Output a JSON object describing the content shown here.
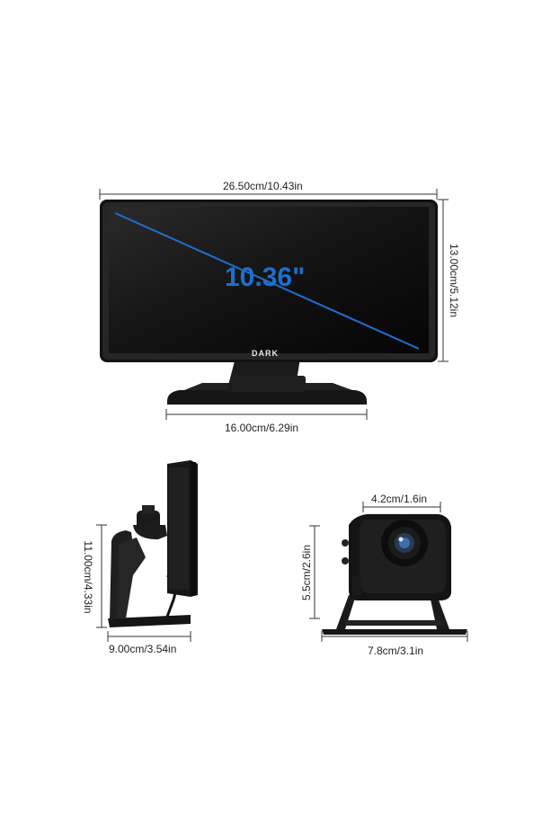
{
  "monitor": {
    "brand": "DARK",
    "screen_size": "10.36\"",
    "width_label": "26.50cm/10.43in",
    "height_label": "13.00cm/5.12in",
    "base_label": "16.00cm/6.29in"
  },
  "side_view": {
    "height_label": "11.00cm/4.33in",
    "depth_label": "9.00cm/3.54in"
  },
  "camera": {
    "width_label": "4.2cm/1.6in",
    "height_label": "5.5cm/2.6in",
    "base_label": "7.8cm/3.1in"
  },
  "colors": {
    "accent": "#1e6fd0",
    "device": "#1a1a1a"
  }
}
